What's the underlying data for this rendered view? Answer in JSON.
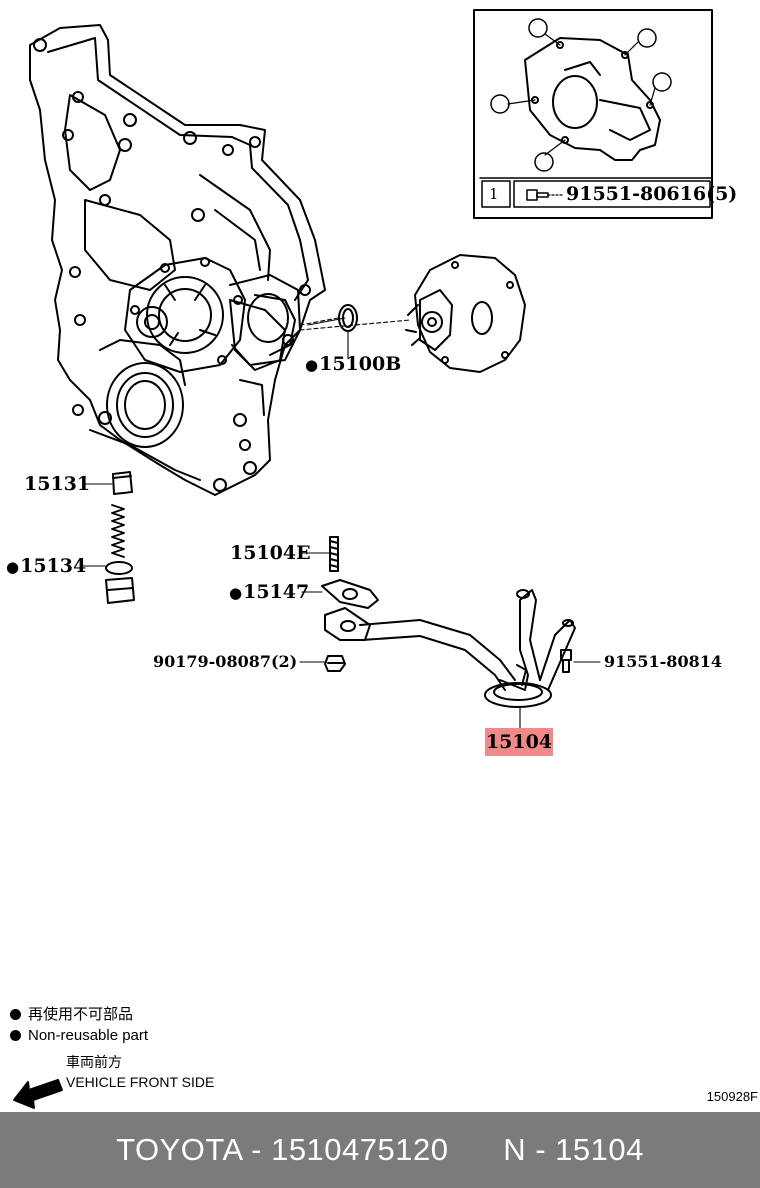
{
  "labels": {
    "inset_part": "91551-80616(5)",
    "inset_ref": "1",
    "p15100b": "15100B",
    "p15131": "15131",
    "p15134": "15134",
    "p15104e": "15104E",
    "p15147": "15147",
    "p90179": "90179-08087(2)",
    "p91551": "91551-80814",
    "p15104": "15104"
  },
  "legend": {
    "jp": "再使用不可部品",
    "en": "Non-reusable part"
  },
  "front": {
    "jp": "車両前方",
    "en": "VEHICLE FRONT SIDE"
  },
  "figure_number": "150928F",
  "footer": {
    "brand": "TOYOTA",
    "part_number": "1510475120",
    "n_prefix": "N",
    "ref": "15104"
  }
}
